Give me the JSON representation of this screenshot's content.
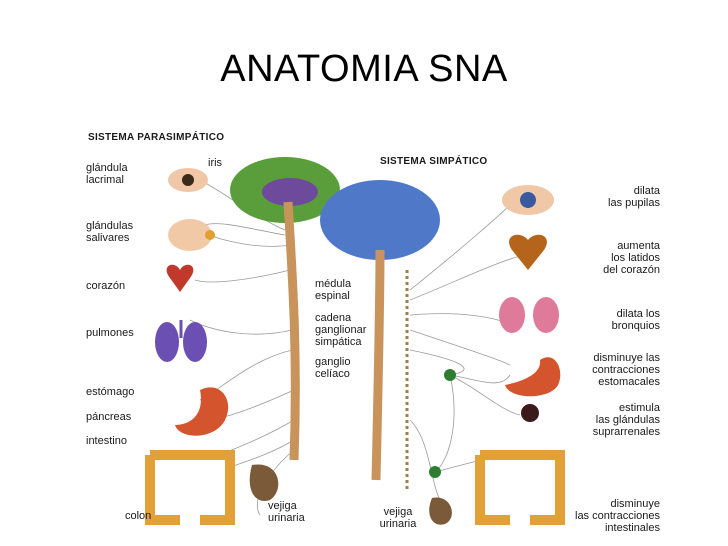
{
  "title": "ANATOMIA SNA",
  "parasympathetic": {
    "heading": "SISTEMA PARASIMPÁTICO",
    "labels": {
      "lacrimal": "glándula\nlacrimal",
      "iris": "iris",
      "salivary": "glándulas\nsalivares",
      "heart": "corazón",
      "lungs": "pulmones",
      "stomach": "estómago",
      "pancreas": "páncreas",
      "intestine": "intestino",
      "colon": "colon",
      "bladder": "vejiga\nurinaria"
    }
  },
  "sympathetic": {
    "heading": "SISTEMA SIMPÁTICO",
    "labels": {
      "pupils": "dilata\nlas pupilas",
      "heart": "aumenta\nlos latidos\ndel corazón",
      "bronchi": "dilata los\nbronquios",
      "stomach": "disminuye las\ncontracciones\nestomacales",
      "adrenal": "estimula\nlas glándulas\nsuprarrenales",
      "intestine": "disminuye\nlas contracciones\nintestinales",
      "bladder": "vejiga\nurinaria"
    }
  },
  "center": {
    "spinal_cord": "médula\nespinal",
    "chain": "cadena\nganglionar\nsimpática",
    "celiac": "ganglio\ncelíaco"
  },
  "colors": {
    "brain_green": "#5a9e3c",
    "brain_blue": "#4f78c9",
    "cord": "#c8945c",
    "ganglion": "#2e7d32",
    "organ_red": "#c0392b",
    "lung_purple": "#6b4fb3",
    "nerve_line": "#8a8a8a"
  }
}
